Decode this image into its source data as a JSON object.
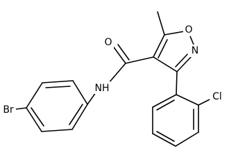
{
  "molecule": {
    "atoms": {
      "br": "Br",
      "nh": "NH",
      "o_carbonyl": "O",
      "o_ring": "O",
      "n_ring": "N",
      "cl": "Cl"
    }
  }
}
